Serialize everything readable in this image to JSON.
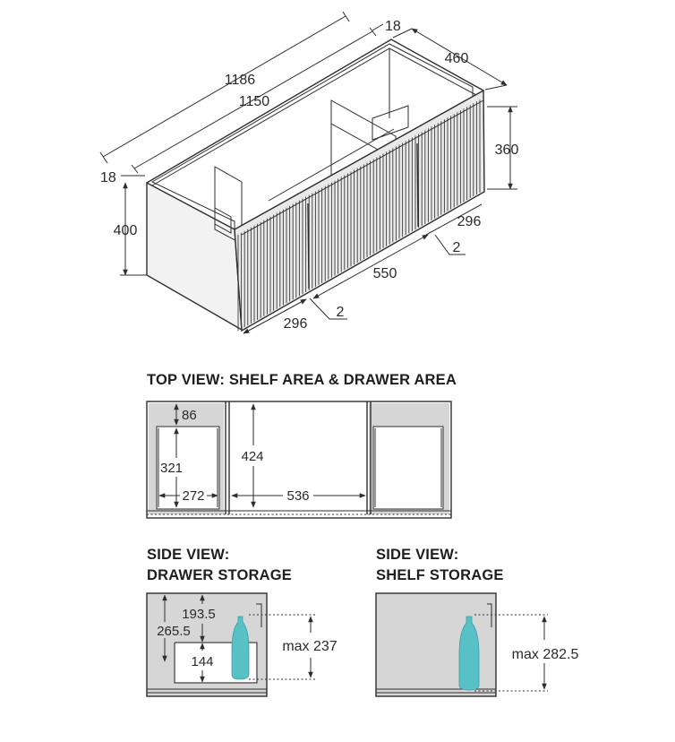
{
  "isometric": {
    "dims": {
      "total_width": "1186",
      "inner_width": "1150",
      "side_thickness_top": "18",
      "side_thickness_left": "18",
      "depth": "460",
      "inner_height": "360",
      "total_height": "400",
      "door_right": "296",
      "gap_right": "2",
      "door_middle": "550",
      "gap_left": "2",
      "door_left": "296"
    }
  },
  "top_view": {
    "title": "TOP VIEW: SHELF AREA & DRAWER AREA",
    "dims": {
      "shelf_depth": "86",
      "drawer_depth": "321",
      "drawer_width": "272",
      "middle_depth": "424",
      "middle_width": "536"
    }
  },
  "side_drawer": {
    "title_line1": "SIDE VIEW:",
    "title_line2": "DRAWER STORAGE",
    "dims": {
      "upper": "193.5",
      "full": "265.5",
      "lower": "144",
      "max": "max 237"
    }
  },
  "side_shelf": {
    "title_line1": "SIDE VIEW:",
    "title_line2": "SHELF STORAGE",
    "dims": {
      "max": "max 282.5"
    }
  },
  "colors": {
    "line": "#2e2e2e",
    "grey_fill": "#d6d6d6",
    "bottle": "#58c1c6"
  }
}
